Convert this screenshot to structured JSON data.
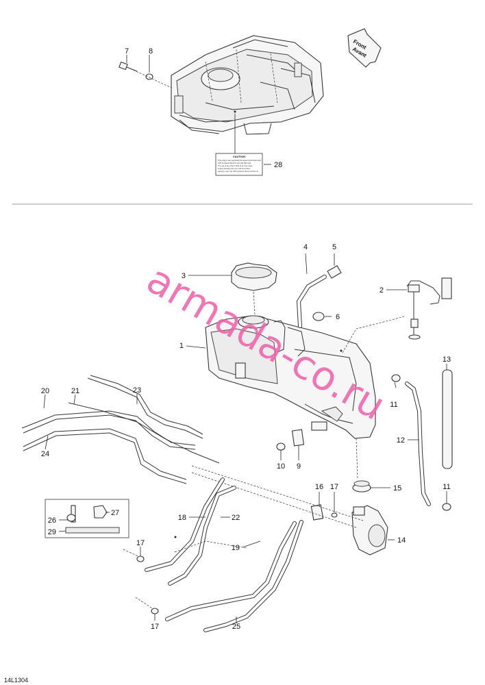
{
  "diagram": {
    "reference_code": "14L1304",
    "watermark": "armada-co.ru",
    "direction_arrow": {
      "line1": "Front",
      "line2": "Avant"
    },
    "caution_label": {
      "title": "CAUTION",
      "lines": [
        "This engine was specifically developed and tested with",
        "XPS Synthetic Blend oil (p/n 293 600 115).",
        "The use of any other brand of oil may cause",
        "engine damage and may void the limited",
        "warranty. Use only XPS synthetic blend 2-stroke oil."
      ]
    },
    "callouts": [
      "1",
      "2",
      "3",
      "4",
      "5",
      "6",
      "7",
      "8",
      "9",
      "10",
      "11",
      "11",
      "12",
      "13",
      "14",
      "15",
      "16",
      "17",
      "17",
      "17",
      "18",
      "19",
      "20",
      "21",
      "22",
      "23",
      "24",
      "25",
      "26",
      "27",
      "28",
      "29"
    ],
    "icons": [
      "direction-arrow-icon",
      "warning-label-icon"
    ]
  }
}
